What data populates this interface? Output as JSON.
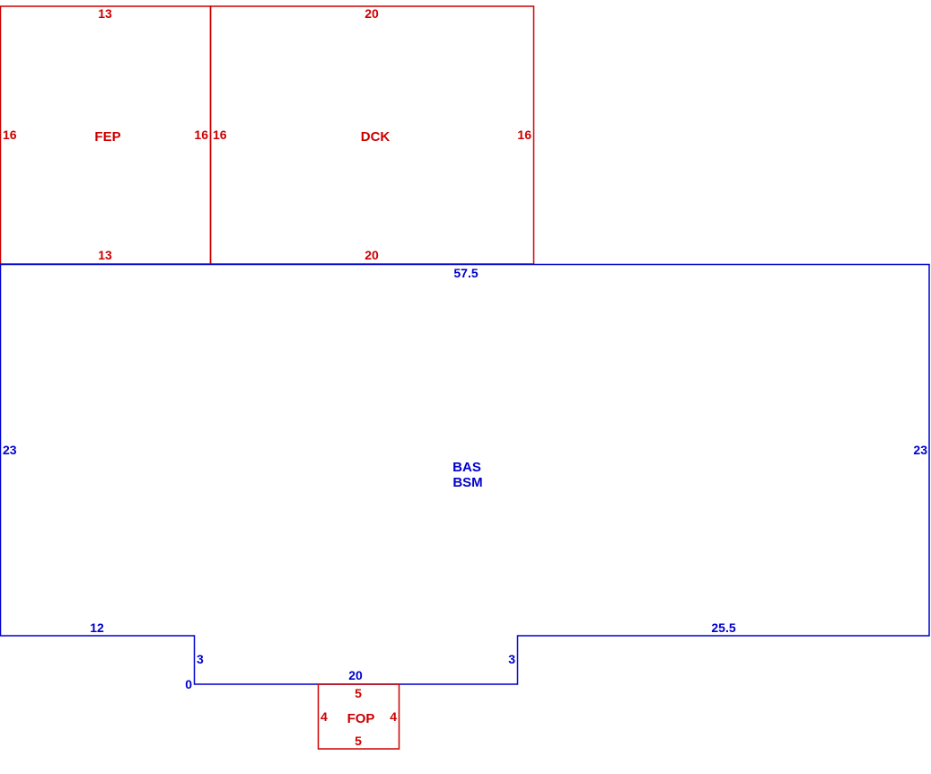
{
  "colors": {
    "main": "#0000cc",
    "addition": "#cc0000"
  },
  "areas": [
    {
      "key": "fep",
      "code": "FEP",
      "color": "#cc0000",
      "dims": {
        "top": "13",
        "bottom": "13",
        "left": "16",
        "right": "16"
      }
    },
    {
      "key": "dck",
      "code": "DCK",
      "color": "#cc0000",
      "dims": {
        "top": "20",
        "bottom": "20",
        "left": "16",
        "right": "16"
      }
    },
    {
      "key": "bas",
      "code": "BAS",
      "code2": "BSM",
      "color": "#0000cc",
      "dims": {
        "top": "57.5",
        "left": "23",
        "right": "23",
        "bottom_left": "12",
        "bottom_right": "25.5",
        "notch_left": "3",
        "notch_right": "3",
        "notch_bottom": "20",
        "origin": "0"
      }
    },
    {
      "key": "fop",
      "code": "FOP",
      "color": "#cc0000",
      "dims": {
        "top": "5",
        "bottom": "5",
        "left": "4",
        "right": "4"
      }
    }
  ]
}
